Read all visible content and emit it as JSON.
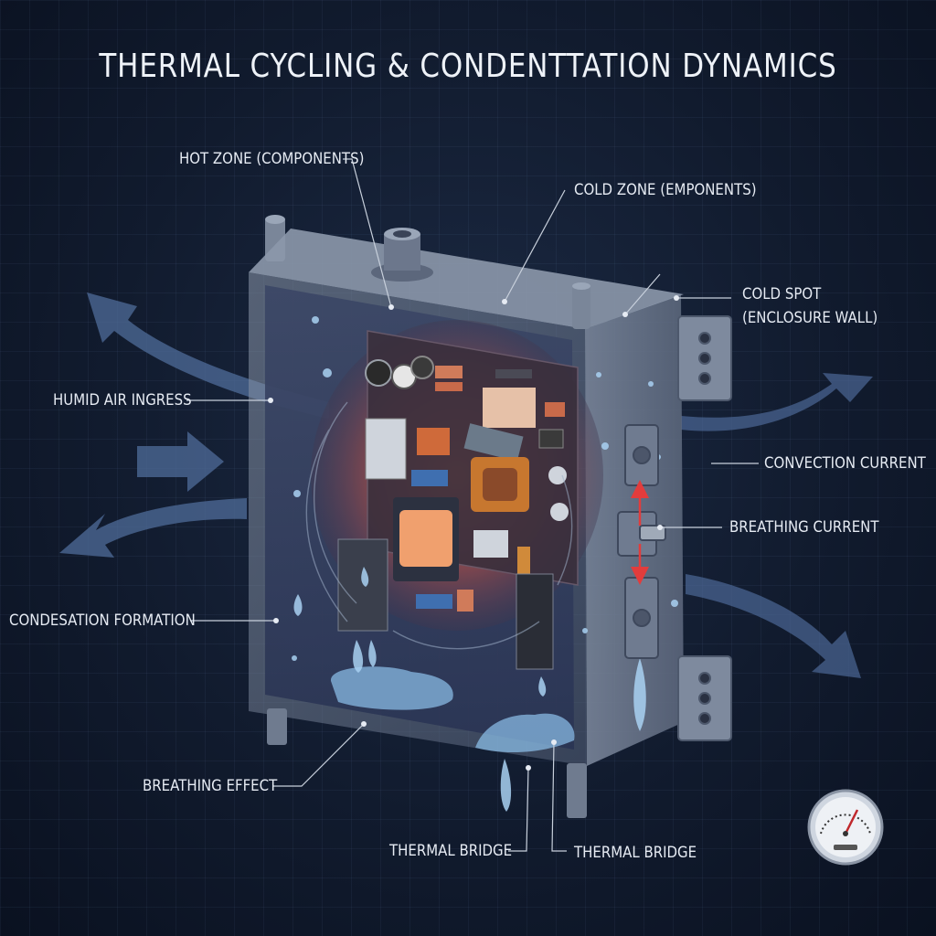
{
  "title": "THERMAL CYCLING & CONDENTTATION DYNAMICS",
  "labels": {
    "hot_zone": "HOT ZONE (COMPONENTS)",
    "cold_zone": "COLD ZONE (EMPONENTS)",
    "cold_spot_line1": "COLD SPOT",
    "cold_spot_line2": "(ENCLOSURE WALL)",
    "humid_air_ingress": "HUMID AIR INGRESS",
    "convection_current": "CONVECTION CURRENT",
    "breathing_current": "BREATHING CURRENT",
    "condensation_formation": "CONDESATION FORMATION",
    "breathing_effect": "BREATHING EFFECT",
    "thermal_bridge_left": "THERMAL BRIDGE",
    "thermal_bridge_right": "THERMAL BRIDGE"
  },
  "colors": {
    "background": "#111b2e",
    "enclosure": "#6f7d92",
    "hot_glow": "#d9614a",
    "water": "#8fc3ee",
    "airflow": "#4f6c9a",
    "breathing_arrow": "#e23c3c"
  },
  "icons": [
    "thermometer-gauge-icon"
  ]
}
